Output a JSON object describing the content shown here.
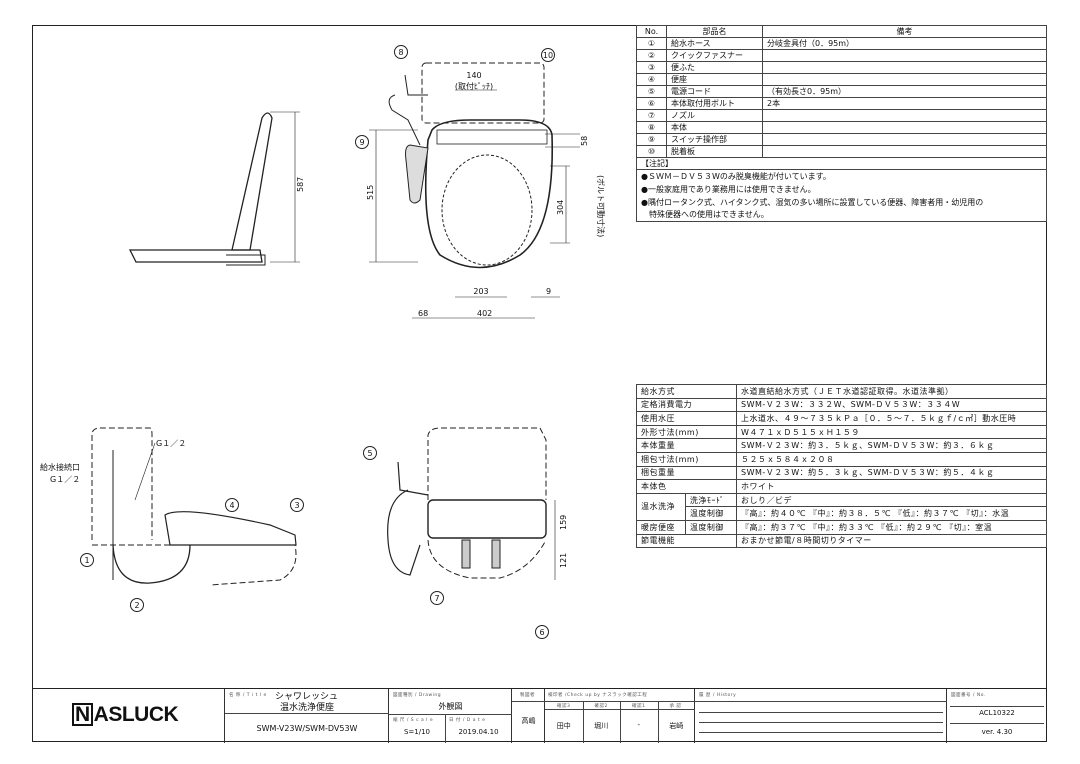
{
  "parts_table": {
    "headers": [
      "No.",
      "部品名",
      "備考"
    ],
    "rows": [
      {
        "no": "①",
        "name": "給水ホース",
        "note": "分岐金具付（0．95m）"
      },
      {
        "no": "②",
        "name": "クイックファスナー",
        "note": ""
      },
      {
        "no": "③",
        "name": "便ふた",
        "note": ""
      },
      {
        "no": "④",
        "name": "便座",
        "note": ""
      },
      {
        "no": "⑤",
        "name": "電源コード",
        "note": "（有効長さ0．95m）"
      },
      {
        "no": "⑥",
        "name": "本体取付用ボルト",
        "note": "2本"
      },
      {
        "no": "⑦",
        "name": "ノズル",
        "note": ""
      },
      {
        "no": "⑧",
        "name": "本体",
        "note": ""
      },
      {
        "no": "⑨",
        "name": "スイッチ操作部",
        "note": ""
      },
      {
        "no": "⑩",
        "name": "脱着板",
        "note": ""
      }
    ],
    "notes_title": "【注記】",
    "notes": [
      "●ＳＷＭ－ＤＶ５３Wのみ脱臭機能が付いています。",
      "●一般家庭用であり業務用には使用できません。",
      "●隅付ロータンク式、ハイタンク式、湿気の多い場所に設置している便器、障害者用・幼児用の",
      "　特殊便器への使用はできません。"
    ]
  },
  "spec_table": {
    "rows": [
      {
        "label": "給水方式",
        "value": "水道直結給水方式（ＪＥＴ水道認証取得。水道法準拠）"
      },
      {
        "label": "定格消費電力",
        "value": "SWM-Ｖ２３W：３３２W、SWM-ＤＶ５３W：３３４W"
      },
      {
        "label": "使用水圧",
        "value": "上水道水、４９～７３５ｋＰａ［０．５～７．５ｋｇｆ/ｃ㎡］動水圧時"
      },
      {
        "label": "外形寸法(mm)",
        "value": "W４７１ｘＤ５１５ｘＨ１５９"
      },
      {
        "label": "本体重量",
        "value": "SWM-Ｖ２３W：約３．５ｋｇ、SWM-ＤＶ５３W：約３．６ｋｇ"
      },
      {
        "label": "梱包寸法(mm)",
        "value": "５２５ｘ５８４ｘ２０８"
      },
      {
        "label": "梱包重量",
        "value": "SWM-Ｖ２３W：約５．３ｋｇ、SWM-ＤＶ５３W：約５．４ｋｇ"
      },
      {
        "label": "本体色",
        "value": "ホワイト"
      }
    ],
    "warm_wash": {
      "label": "温水洗浄",
      "mode_label": "洗浄ﾓｰﾄﾞ",
      "mode_value": "おしり／ビデ",
      "temp_label": "温度制御",
      "temp_value": "『高』：約４０℃ 『中』：約３８．５℃ 『低』：約３７℃ 『切』：水温"
    },
    "heated_seat": {
      "label": "暖房便座",
      "temp_label": "温度制御",
      "temp_value": "『高』：約３７℃ 『中』：約３３℃ 『低』：約２９℃ 『切』：室温"
    },
    "energy": {
      "label": "節電機能",
      "value": "おまかせ節電/８時間切りタイマー"
    }
  },
  "drawing": {
    "dims": {
      "d587": "587",
      "d140": "140",
      "pitch": "(取付ﾋﾟｯﾁ)",
      "d58": "58",
      "bolt": "(ボルト可動寸法)",
      "d515": "515",
      "d304": "304",
      "d203": "203",
      "d9": "9",
      "d68": "68",
      "d402": "402",
      "d159": "159",
      "d121": "121"
    },
    "labels": {
      "g12a": "G１／２",
      "supply": "給水接続口",
      "g12b": "G１／２"
    },
    "callouts": [
      "1",
      "2",
      "3",
      "4",
      "5",
      "6",
      "7",
      "8",
      "9",
      "10"
    ]
  },
  "title_block": {
    "logo": "NASLUCK",
    "title_label": "名 称 / T i t l e",
    "title_line1": "シャワレッシュ",
    "title_line2": "温水洗浄便座",
    "model": "SWM-V23W/SWM-DV53W",
    "drawing_label": "図面種別 / Drawing",
    "drawing_type": "外観図",
    "scale_label": "縮 尺 / S c a l e",
    "scale": "S=1/10",
    "date_label": "日 付 / D a t e",
    "date": "2019.04.10",
    "drafter_label": "製図者",
    "drafter": "高嶋",
    "check_label": "検印者 /Check up by ナスラック確認工程",
    "check_cols": [
      "確認3",
      "確認2",
      "確認1",
      "承 認"
    ],
    "check_names": [
      "田中",
      "堀川",
      "-",
      "岩崎"
    ],
    "history_label": "履 歴 / History",
    "no_label": "図面番号 / No.",
    "doc_no": "ACL10322",
    "version": "ver. 4.30"
  }
}
